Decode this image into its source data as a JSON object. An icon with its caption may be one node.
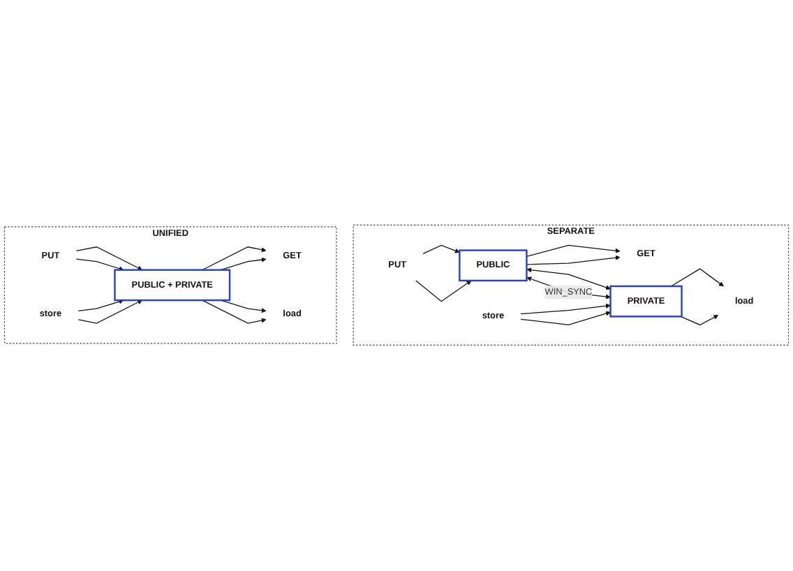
{
  "diagram": {
    "nodes": [
      {
        "text": [
          "SEPARATE"
        ]
      },
      {
        "text": [
          "PUT"
        ],
        "in": 0
      },
      {
        "text": [
          "GET"
        ],
        "in": 0
      },
      {
        "text": [
          "PUBLIC"
        ],
        "in": 0
      },
      {
        "text": [
          "PRIVATE"
        ],
        "in": 0
      },
      {
        "text": [
          "store"
        ],
        "in": 0
      },
      {
        "text": [
          "load"
        ],
        "in": 0
      },
      {
        "text": [
          "UNIFIED"
        ]
      },
      {
        "text": [
          "PUT"
        ],
        "in": 7
      },
      {
        "text": [
          "GET"
        ],
        "in": 7
      },
      {
        "text": [
          "PUBLIC + PRIVATE"
        ],
        "in": 7
      },
      {
        "text": [
          "store"
        ],
        "in": 7
      },
      {
        "text": [
          "load"
        ],
        "in": 7
      }
    ],
    "edges": [
      {
        "from": 1,
        "to": 3,
        "arrow": "to"
      },
      {
        "from": 1,
        "to": 3,
        "arrow": "to"
      },
      {
        "from": 3,
        "to": 2,
        "arrow": "to"
      },
      {
        "from": 3,
        "to": 2,
        "arrow": "to"
      },
      {
        "from": 3,
        "to": 4,
        "arrow": "both"
      },
      {
        "from": 3,
        "to": 4,
        "arrow": "both",
        "label": "WIN_SYNC"
      },
      {
        "from": 5,
        "to": 4,
        "arrow": "to"
      },
      {
        "from": 5,
        "to": 4,
        "arrow": "to"
      },
      {
        "from": 4,
        "to": 6,
        "arrow": "to"
      },
      {
        "from": 4,
        "to": 6,
        "arrow": "to"
      },
      {
        "from": 8,
        "to": 10,
        "arrow": "to"
      },
      {
        "from": 8,
        "to": 10,
        "arrow": "to"
      },
      {
        "from": 10,
        "to": 9,
        "arrow": "to"
      },
      {
        "from": 10,
        "to": 9,
        "arrow": "to"
      },
      {
        "from": 11,
        "to": 10,
        "arrow": "to"
      },
      {
        "from": 11,
        "to": 10,
        "arrow": "to"
      },
      {
        "from": 10,
        "to": 12,
        "arrow": "to"
      },
      {
        "from": 10,
        "to": 12,
        "arrow": "to"
      }
    ]
  }
}
